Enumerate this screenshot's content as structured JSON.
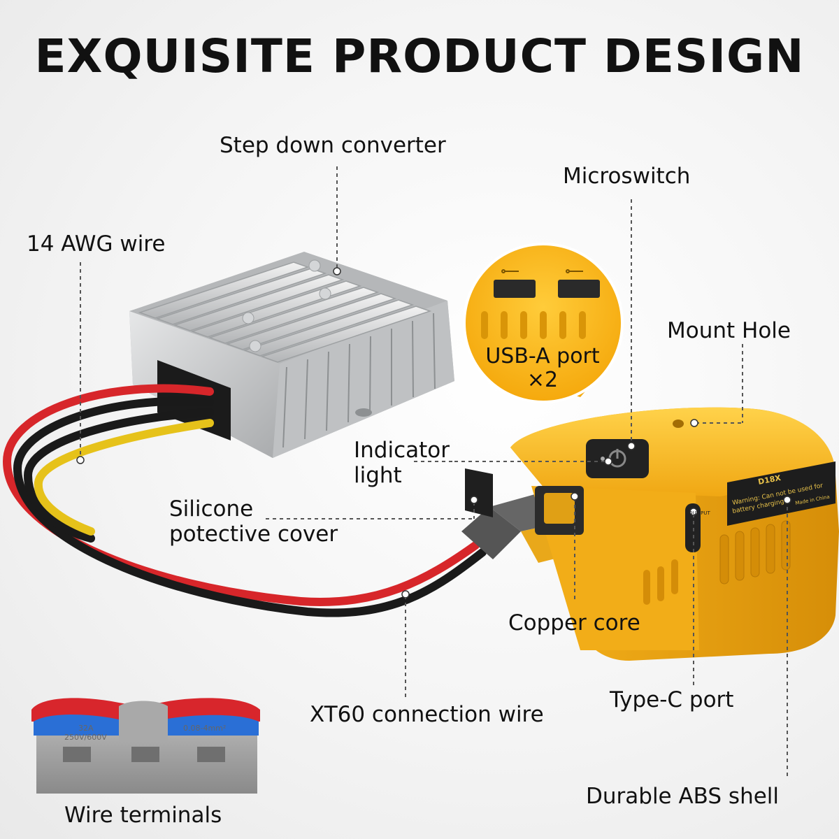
{
  "title": "EXQUISITE PRODUCT DESIGN",
  "labels": {
    "step_down": "Step down converter",
    "microswitch": "Microswitch",
    "awg_wire": "14 AWG wire",
    "mount_hole": "Mount Hole",
    "usb_port": "USB-A port",
    "usb_count": "×2",
    "indicator_1": "Indicator",
    "indicator_2": "light",
    "silicone_1": "Silicone",
    "silicone_2": "potective cover",
    "copper_core": "Copper core",
    "xt60": "XT60 connection wire",
    "type_c": "Type-C port",
    "wire_terminals": "Wire terminals",
    "abs_shell": "Durable ABS shell"
  },
  "device_print": {
    "brand": "D18X",
    "warning_1": "Warning: Can not be used for",
    "warning_2": "battery charging",
    "made_in": "Made in China",
    "output": "OUT PUT",
    "terminal_rating_1": "32A",
    "terminal_rating_2": "250V/600V",
    "terminal_rating_3": "0.08-4mm²"
  },
  "colors": {
    "yellow": "#f5b51e",
    "yellow_dark": "#c98a0a",
    "aluminium": "#c9cbcd",
    "wire_red": "#d7262a",
    "wire_black": "#1a1a1a",
    "wire_yellow": "#e6c21a",
    "terminal_grey": "#9a9a9a",
    "terminal_red": "#d8262c",
    "terminal_blue": "#2a6fd6"
  },
  "icons": [
    "usb-icon",
    "power-icon"
  ]
}
